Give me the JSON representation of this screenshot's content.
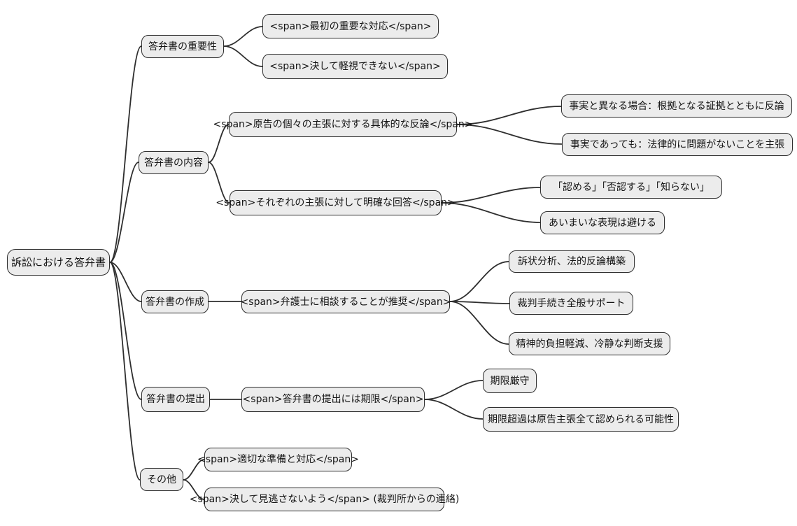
{
  "diagram": {
    "type": "mindmap",
    "colors": {
      "node_fill": "#ececec",
      "node_border": "#2e2e2e",
      "edge": "#2e2e2e",
      "background": "#ffffff",
      "text": "#141414"
    },
    "root": {
      "label": "訴訟における答弁書",
      "children": [
        {
          "label": "答弁書の重要性",
          "children": [
            {
              "label": "<span>最初の重要な対応</span>"
            },
            {
              "label": "<span>決して軽視できない</span>"
            }
          ]
        },
        {
          "label": "答弁書の内容",
          "children": [
            {
              "label": "<span>原告の個々の主張に対する具体的な反論</span>",
              "children": [
                {
                  "label": "事実と異なる場合：根拠となる証拠とともに反論"
                },
                {
                  "label": "事実であっても：法律的に問題がないことを主張"
                }
              ]
            },
            {
              "label": "<span>それぞれの主張に対して明確な回答</span>",
              "children": [
                {
                  "label": "「認める」「否認する」「知らない」"
                },
                {
                  "label": "あいまいな表現は避ける"
                }
              ]
            }
          ]
        },
        {
          "label": "答弁書の作成",
          "children": [
            {
              "label": "<span>弁護士に相談することが推奨</span>",
              "children": [
                {
                  "label": "訴状分析、法的反論構築"
                },
                {
                  "label": "裁判手続き全般サポート"
                },
                {
                  "label": "精神的負担軽減、冷静な判断支援"
                }
              ]
            }
          ]
        },
        {
          "label": "答弁書の提出",
          "children": [
            {
              "label": "<span>答弁書の提出には期限</span>",
              "children": [
                {
                  "label": "期限厳守"
                },
                {
                  "label": "期限超過は原告主張全て認められる可能性"
                }
              ]
            }
          ]
        },
        {
          "label": "その他",
          "children": [
            {
              "label": "<span>適切な準備と対応</span>"
            },
            {
              "label": "<span>決して見逃さないよう</span> (裁判所からの連絡)"
            }
          ]
        }
      ]
    }
  }
}
